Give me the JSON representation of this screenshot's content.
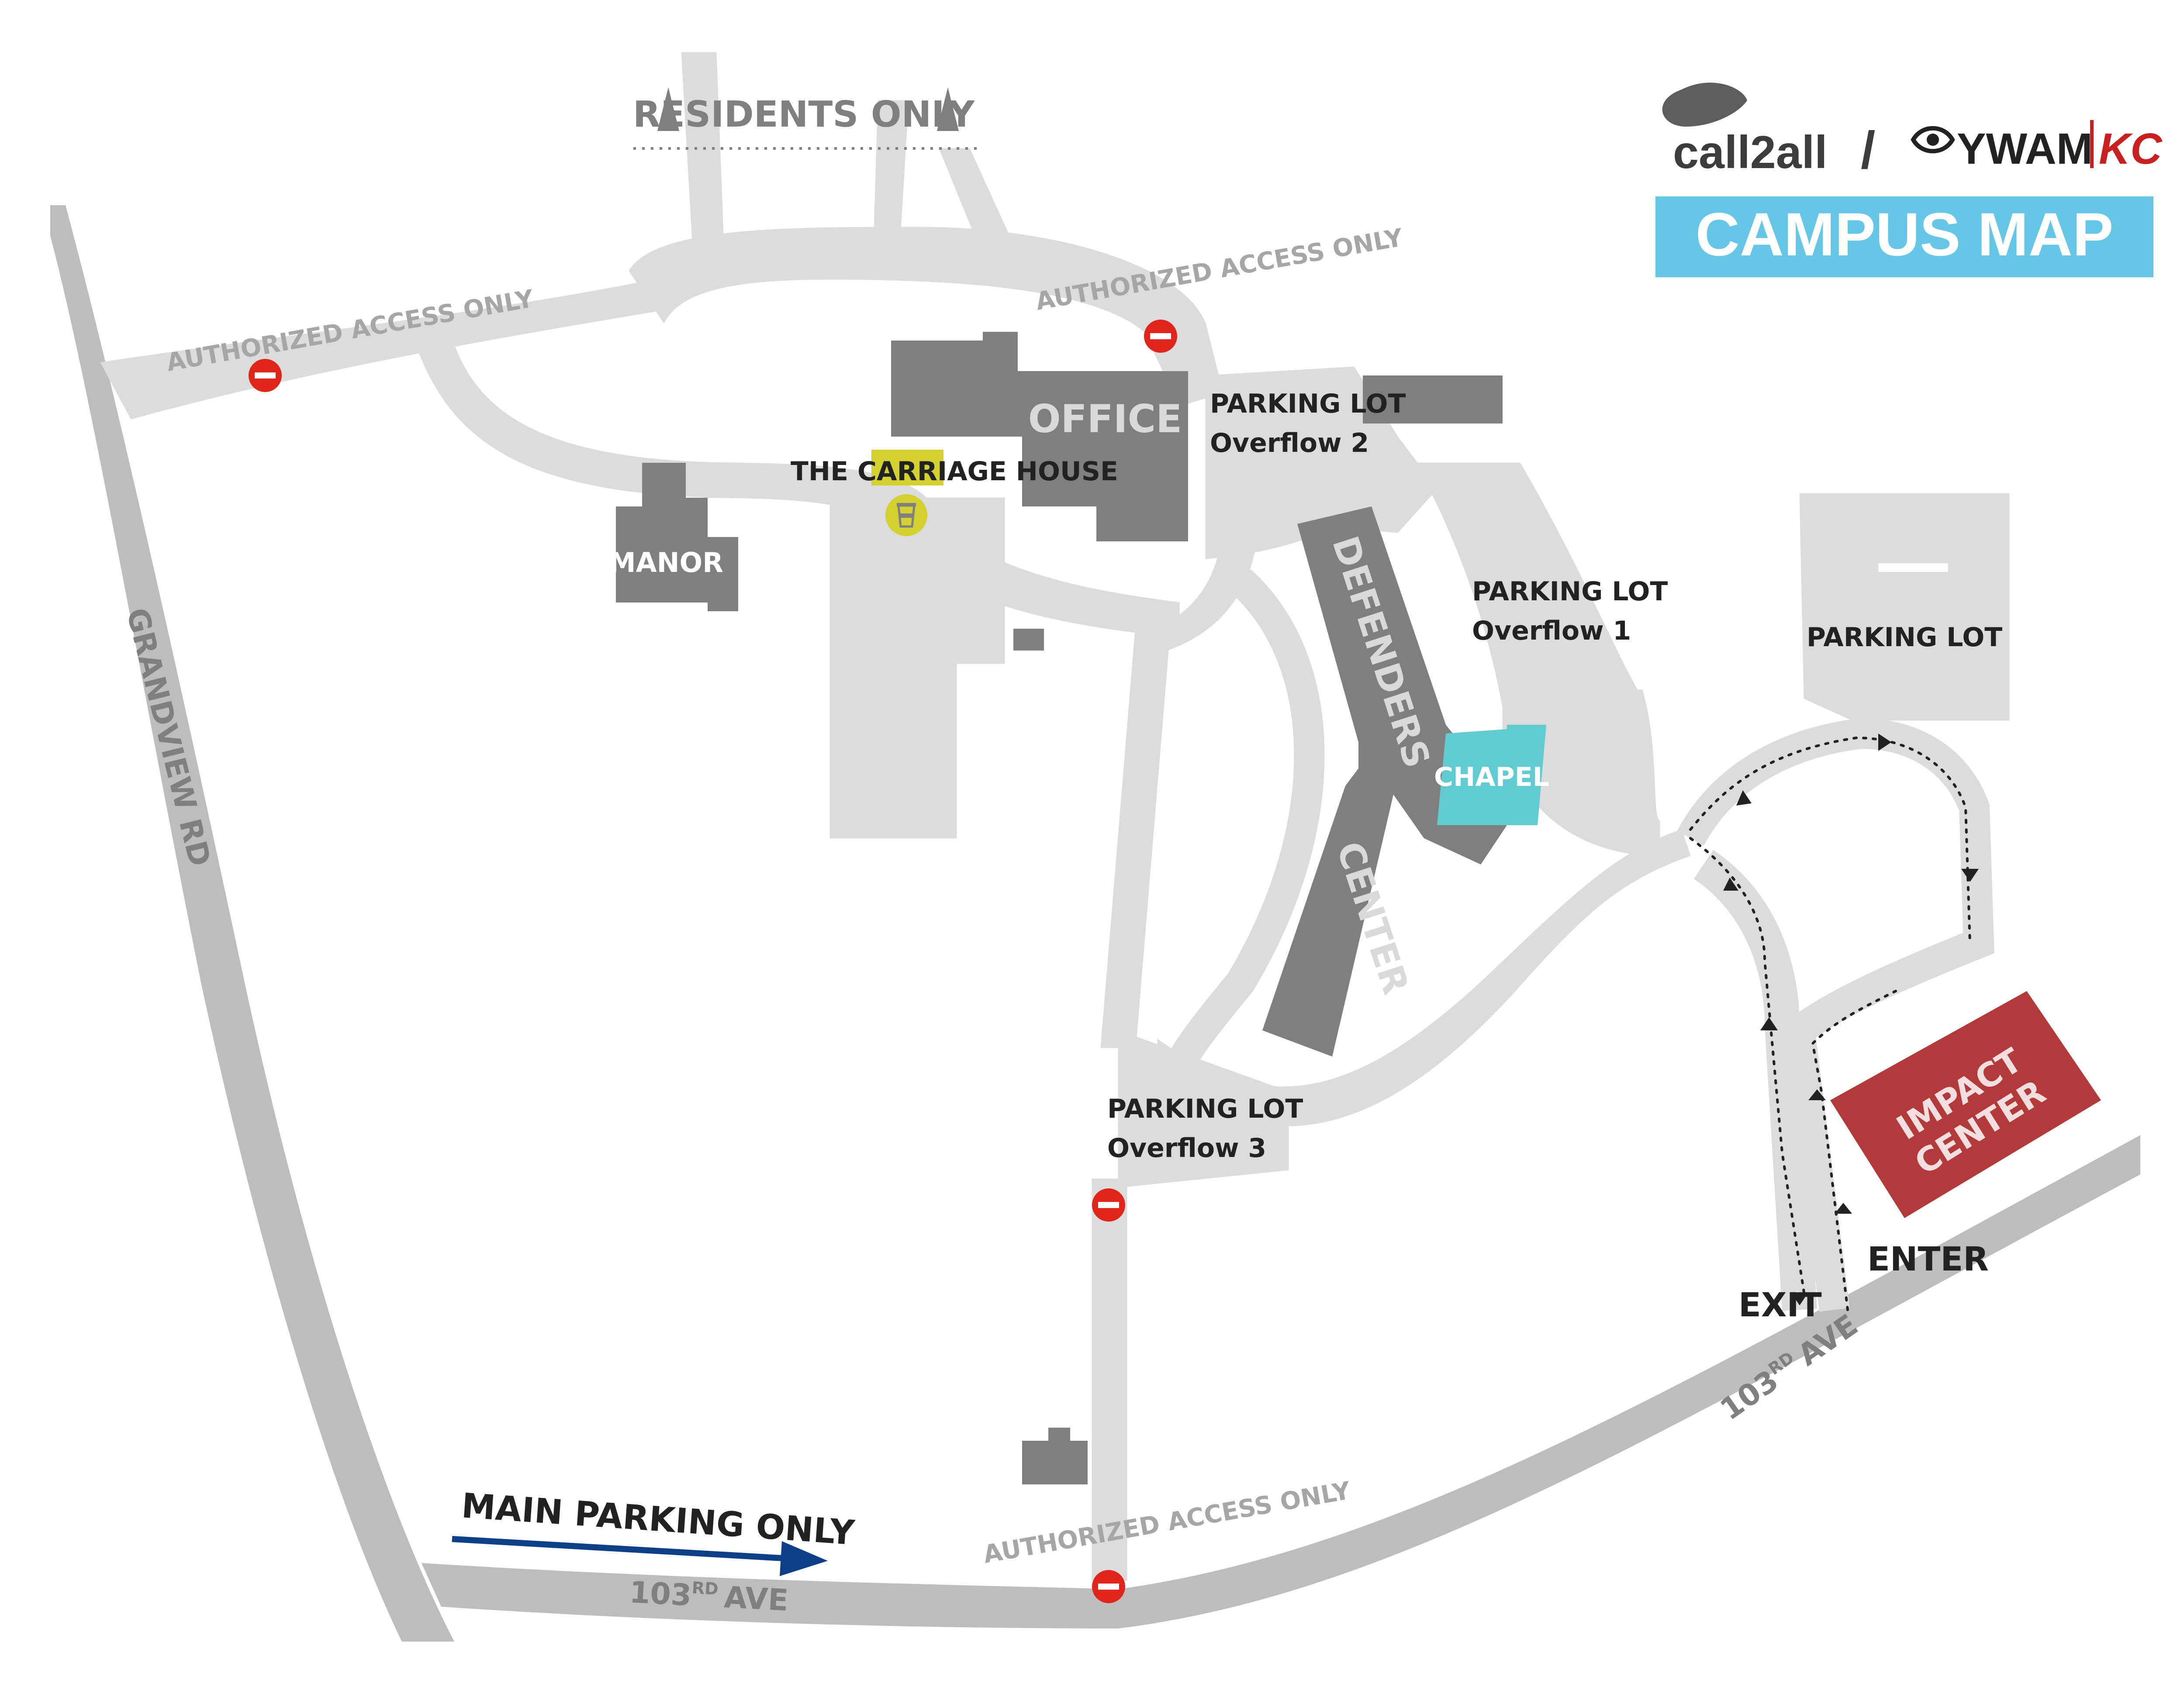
{
  "brand": {
    "call2all": "call2all",
    "separator": "/",
    "ywam": "YWAM",
    "kc": "KC",
    "title": "CAMPUS MAP"
  },
  "colors": {
    "road": "#bdbdbd",
    "drive": "#dcdcdc",
    "building": "#7f7f7f",
    "chapel": "#62cbd2",
    "impact": "#b33a3a",
    "accent_blue": "#66c6e6",
    "arrow_blue": "#0d3f86",
    "no_entry": "#e0261c",
    "cafe": "#d3d12f"
  },
  "signs": {
    "residents_only": "RESIDENTS ONLY",
    "authorized_access_left": "AUTHORIZED ACCESS ONLY",
    "authorized_access_top": "AUTHORIZED ACCESS ONLY",
    "authorized_access_bottom": "AUTHORIZED ACCESS ONLY",
    "main_parking_only": "MAIN PARKING ONLY",
    "enter": "ENTER",
    "exit": "EXIT"
  },
  "roads": {
    "grandview": "GRANDVIEW RD",
    "ave_bottom": "103RD AVE",
    "ave_right": "103RD AVE",
    "ave_num": "103",
    "ave_sup": "RD",
    "ave_word": "AVE"
  },
  "buildings": {
    "office": "OFFICE",
    "carriage_house": "THE CARRIAGE HOUSE",
    "carriage_pre": "THE CAR",
    "carriage_hl": "RIAGE",
    "carriage_post": " HOUSE",
    "manor": "MANOR",
    "defenders": "DEFENDERS",
    "center": "CENTER",
    "chapel": "CHAPEL",
    "impact_line1": "IMPACT",
    "impact_line2": "CENTER"
  },
  "parking": {
    "overflow2_title": "PARKING  LOT",
    "overflow2_sub": "Overflow 2",
    "overflow1_title": "PARKING  LOT",
    "overflow1_sub": "Overflow 1",
    "overflow3_title": "PARKING  LOT",
    "overflow3_sub": "Overflow 3",
    "main_lot": "PARKING LOT"
  },
  "icons": [
    "no-entry-icon",
    "coffee-cup-icon",
    "triangle-marker-icon",
    "direction-arrow-icon",
    "call2all-drop-logo",
    "ywam-logo"
  ]
}
